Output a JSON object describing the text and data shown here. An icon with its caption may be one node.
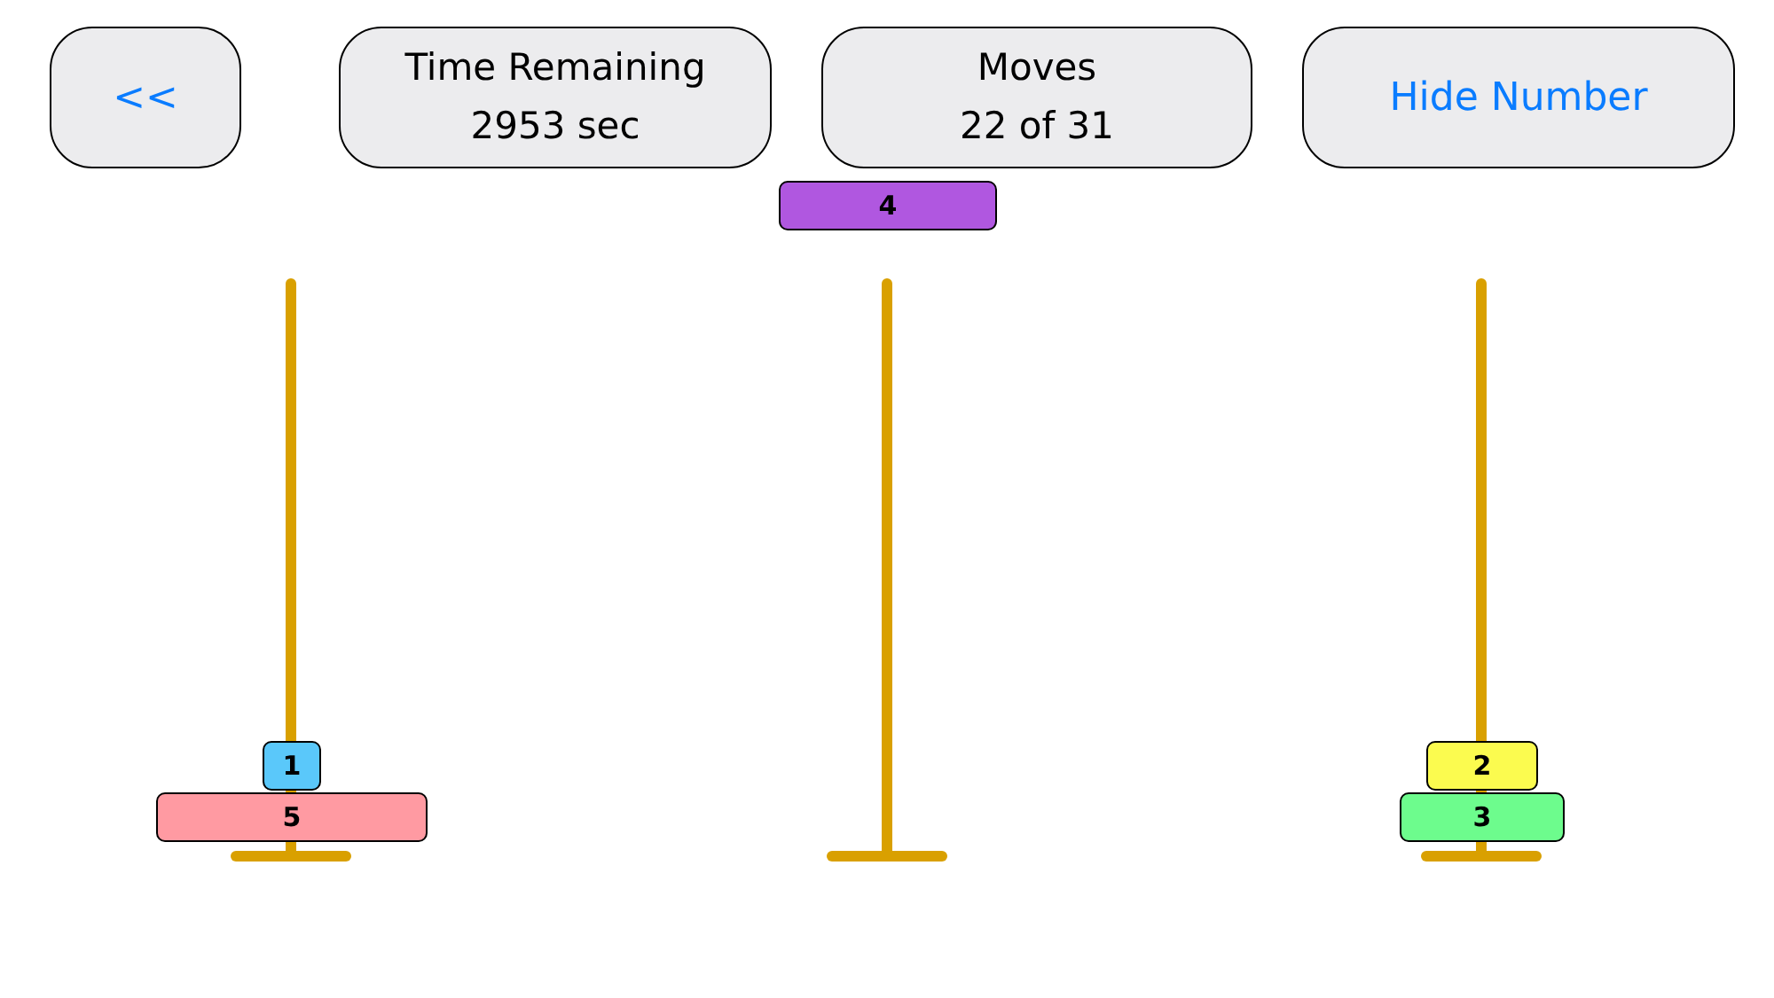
{
  "diagram": {
    "nodes": [
      {
        "text": [
          "<<"
        ]
      },
      {
        "text": [
          "Time Remaining",
          "2953 sec"
        ]
      },
      {
        "text": [
          "Moves",
          "22 of 31"
        ]
      },
      {
        "text": [
          "Hide Number"
        ]
      },
      {
        "text": [
          "4"
        ]
      },
      {
        "text": [
          "1"
        ]
      },
      {
        "text": [
          "5"
        ]
      },
      {
        "text": [
          "2"
        ]
      },
      {
        "text": [
          "3"
        ]
      }
    ]
  }
}
